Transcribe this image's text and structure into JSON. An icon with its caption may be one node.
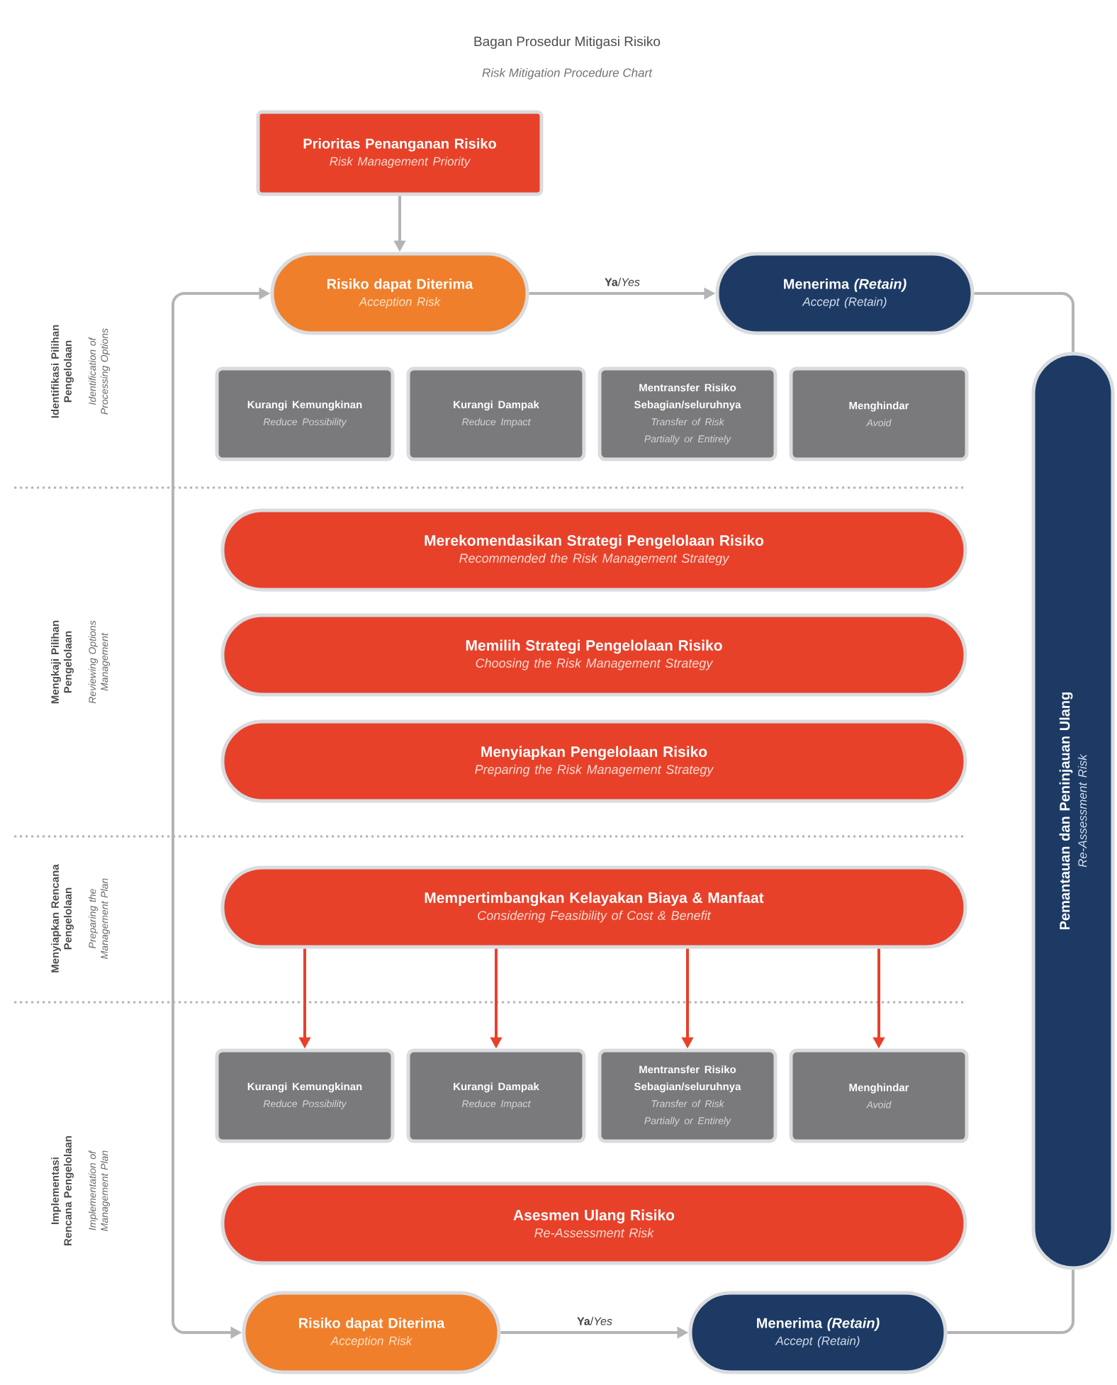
{
  "diagram": {
    "title": "Bagan Prosedur Mitigasi Risiko",
    "nodes": [
      {
        "text": [
          "Prioritas Penanganan Risiko",
          "Risk Management Priority"
        ]
      },
      {
        "text": [
          "Risiko dapat Diterima",
          "Acception Risk"
        ]
      },
      {
        "text": [
          "Menerima *(Retain)*",
          "Accept (Retain)"
        ]
      },
      {
        "text": [
          "Kurangi Kemungkinan",
          "Reduce Possibility"
        ]
      },
      {
        "text": [
          "Kurangi Dampak",
          "Reduce Impact"
        ]
      },
      {
        "text": [
          "Mentransfer Risiko Sebagian/seluruhnya",
          "Transfer of Risk Partially or Entirely"
        ]
      },
      {
        "text": [
          "Menghindar",
          "Avoid"
        ]
      },
      {
        "text": [
          "Merekomendasikan Strategi Pengelolaan Risiko",
          "Recommended the Risk Management Strategy"
        ]
      },
      {
        "text": [
          "Memilih Strategi Pengelolaan Risiko",
          "Choosing the Risk Management Strategy"
        ]
      },
      {
        "text": [
          "Menyiapkan Pengelolaan Risiko",
          "Preparing the Risk Management Strategy"
        ]
      },
      {
        "text": [
          "Mempertimbangkan Kelayakan Biaya & Manfaat",
          "Considering Feasibility of Cost & Benefit"
        ]
      },
      {
        "text": [
          "Kurangi Kemungkinan",
          "Reduce Possibility"
        ]
      },
      {
        "text": [
          "Kurangi Dampak",
          "Reduce Impact"
        ]
      },
      {
        "text": [
          "Mentransfer Risiko Sebagian/seluruhnya",
          "Transfer of Risk Partially or Entirely"
        ]
      },
      {
        "text": [
          "Menghindar",
          "Avoid"
        ]
      },
      {
        "text": [
          "Asesmen Ulang Risiko",
          "Re-Assessment Risk"
        ]
      },
      {
        "text": [
          "Risiko dapat Diterima",
          "Acception Risk"
        ]
      },
      {
        "text": [
          "Menerima *(Retain)*",
          "Accept (Retain)"
        ]
      },
      {
        "text": [
          "Pemantauan dan Peninjauan Ulang",
          "Re-Assessment Risk"
        ]
      }
    ],
    "edges": [
      {
        "from": 0,
        "to": 1,
        "arrow": "to"
      },
      {
        "from": 1,
        "to": 2,
        "arrow": "to",
        "label": "**Ya**/*Yes*"
      },
      {
        "from": 2,
        "to": 18,
        "arrow": "none"
      },
      {
        "from": 18,
        "to": 17,
        "arrow": "none"
      },
      {
        "from": 16,
        "to": 1,
        "arrow": "both"
      },
      {
        "from": 10,
        "to": 11,
        "arrow": "to",
        "color": "#e8412a"
      },
      {
        "from": 10,
        "to": 12,
        "arrow": "to",
        "color": "#e8412a"
      },
      {
        "from": 10,
        "to": 13,
        "arrow": "to",
        "color": "#e8412a"
      },
      {
        "from": 10,
        "to": 14,
        "arrow": "to",
        "color": "#e8412a"
      },
      {
        "from": 16,
        "to": 17,
        "arrow": "to",
        "label": "**Ya**/*Yes*"
      }
    ],
    "labels": [
      "Risk Mitigation Procedure Chart",
      "Identifikasi Pilihan Pengelolaan",
      "Identification of Processing Options",
      "Mengkaji Pilihan Pengelolaan",
      "Reviewing Options Management",
      "Menyiapkan Rencana Pengelolaan",
      "Preparing the Management Plan",
      "Implementasi Rencana Pengelolaan",
      "Implementation of Management Plan"
    ]
  }
}
